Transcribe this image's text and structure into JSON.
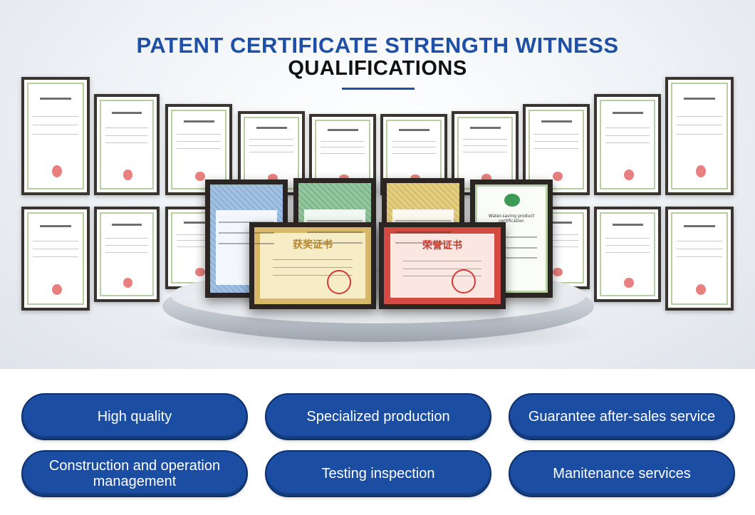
{
  "banner": {
    "title_line1": "PATENT CERTIFICATE STRENGTH WITNESS",
    "title_line2": "QUALIFICATIONS"
  },
  "showcase": {
    "certificate_titles": {
      "bronze_award": "获奖证书",
      "honor": "荣誉证书",
      "white_certificate": "Water-saving product certification"
    },
    "colors": {
      "title_blue": "#1f4fa6",
      "pill_blue": "#1b4ea2",
      "frame_dark": "#2b2523",
      "certificate_red": "#d24a40",
      "certificate_gold": "#d8b96a"
    }
  },
  "features": [
    {
      "label": "High quality"
    },
    {
      "label": "Specialized production"
    },
    {
      "label": "Guarantee after-sales service"
    },
    {
      "label": "Construction and operation management"
    },
    {
      "label": "Testing inspection"
    },
    {
      "label": "Manitenance services"
    }
  ]
}
